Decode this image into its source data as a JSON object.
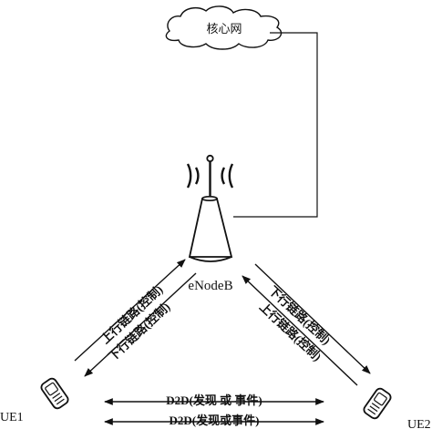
{
  "core_network": {
    "label": "核心网"
  },
  "base_station": {
    "label": "eNodeB"
  },
  "ue1": {
    "label": "UE1"
  },
  "ue2": {
    "label": "UE2"
  },
  "links": {
    "left_uplink": "上行链路(控制)",
    "left_downlink": "下行链路(控制)",
    "right_downlink": "下行链路(控制)",
    "right_uplink": "上行链路(控制)",
    "d2d_discovery": "D2D(发现 或 事件)",
    "d2d_events": "D2D(发现或事件)"
  }
}
